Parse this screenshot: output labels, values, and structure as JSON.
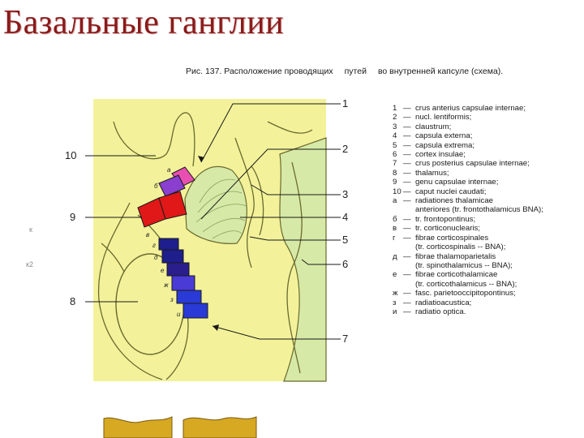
{
  "slide": {
    "title": "Базальные ганглии"
  },
  "figure": {
    "caption_a": "Рис. 137. Расположение проводящих",
    "caption_b": "путей",
    "caption_c": "во внутренней капсуле (схема).",
    "callouts": [
      "1",
      "2",
      "3",
      "4",
      "5",
      "6",
      "7",
      "8",
      "9",
      "10"
    ],
    "tract_letters": [
      "а",
      "б",
      "в",
      "г",
      "д",
      "е",
      "ж",
      "з",
      "и"
    ],
    "stray_marks": [
      "к",
      "к2"
    ]
  },
  "legend": [
    {
      "key": "1",
      "text": "crus anterius capsulae internae;"
    },
    {
      "key": "2",
      "text": "nucl. lentiformis;"
    },
    {
      "key": "3",
      "text": "claustrum;"
    },
    {
      "key": "4",
      "text": "capsula externa;"
    },
    {
      "key": "5",
      "text": "capsula extrema;"
    },
    {
      "key": "6",
      "text": "cortex insulae;"
    },
    {
      "key": "7",
      "text": "crus posterius capsulae internae;"
    },
    {
      "key": "8",
      "text": "thalamus;"
    },
    {
      "key": "9",
      "text": "genu capsulae internae;"
    },
    {
      "key": "10",
      "text": "caput nuclei caudati;"
    },
    {
      "key": "а",
      "text": "radiationes thalamicae"
    },
    {
      "key": "",
      "text": "anteriores (tr. frontothalamicus BNA);"
    },
    {
      "key": "б",
      "text": "tr. frontopontinus;"
    },
    {
      "key": "в",
      "text": "tr. corticonuclearis;"
    },
    {
      "key": "г",
      "text": "fibrae corticospinales"
    },
    {
      "key": "",
      "text": "(tr. corticospinalis -- BNA);"
    },
    {
      "key": "д",
      "text": "fibrae thalamoparietalis"
    },
    {
      "key": "",
      "text": "(tr. spinothalamicus -- BNA);"
    },
    {
      "key": "е",
      "text": "fibrae corticothalamicae"
    },
    {
      "key": "",
      "text": "(tr. corticothalamicus -- BNA);"
    },
    {
      "key": "ж",
      "text": "fasc. parietooccipitopontinus;"
    },
    {
      "key": "з",
      "text": "radiatioacustica;"
    },
    {
      "key": "и",
      "text": "radiatio optica."
    }
  ],
  "colors": {
    "title": "#8b1a1a",
    "tissue_yellow": "#f3f29a",
    "tissue_green": "#d7e9a6",
    "outline": "#6a6a30",
    "tract_pink": "#e84fb0",
    "tract_purple": "#8a3fcf",
    "tract_red": "#e01818",
    "tract_navy": "#1e1e8c",
    "tract_blue": "#2a3ad6"
  }
}
